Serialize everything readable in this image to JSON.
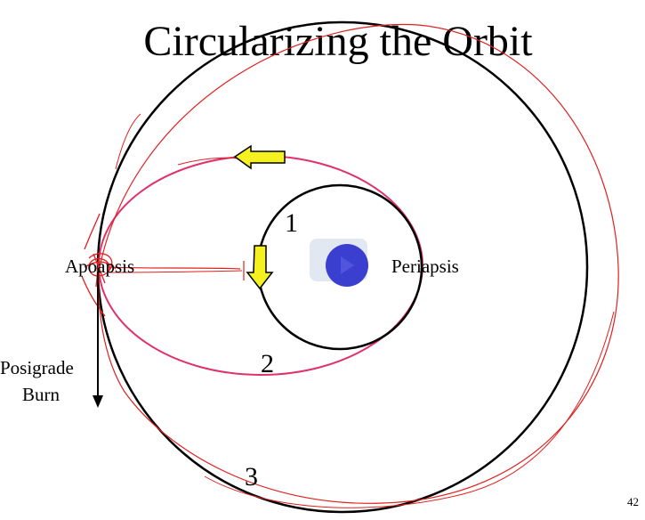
{
  "slide": {
    "title": "Circularizing the Orbit",
    "page_number": "42"
  },
  "labels": {
    "apoapsis": "Apoapsis",
    "periapsis": "Periapsis",
    "burn_line1": "Posigrade",
    "burn_line2": "Burn",
    "orbit_1": "1",
    "orbit_2": "2",
    "orbit_3": "3"
  },
  "colors": {
    "orbit_line": "#000000",
    "transfer_orbit": "#e0306e",
    "annotation": "#e02020",
    "arrow_fill": "#f5f020",
    "planet": "#3a3fd0",
    "planet_button": "#dde4f0"
  },
  "icons": {
    "planet": "planet-icon",
    "play": "play-icon",
    "arrow_left": "arrow-left-icon",
    "arrow_down": "arrow-down-icon"
  }
}
